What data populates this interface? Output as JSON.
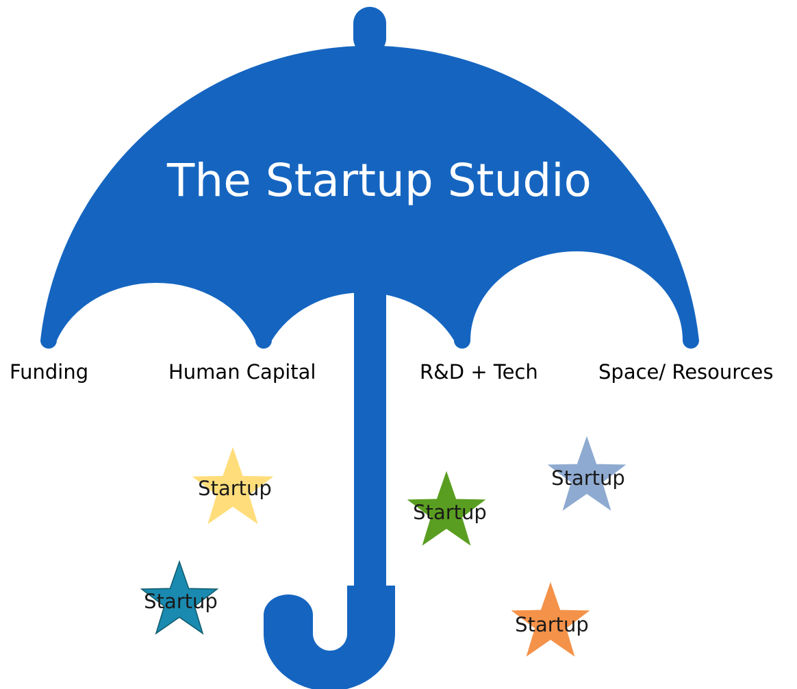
{
  "title": "The Startup Studio",
  "pillars": [
    {
      "label": "Funding"
    },
    {
      "label": "Human Capital"
    },
    {
      "label": "R&D + Tech"
    },
    {
      "label": "Space/ Resources"
    }
  ],
  "startups": [
    {
      "label": "Startup",
      "color": "#ffdd7a",
      "stroke": "#ffdd7a"
    },
    {
      "label": "Startup",
      "color": "#5a9e21",
      "stroke": "#5a9e21"
    },
    {
      "label": "Startup",
      "color": "#8eaad0",
      "stroke": "#8eaad0"
    },
    {
      "label": "Startup",
      "color": "#1a8ab0",
      "stroke": "#0f5a6b"
    },
    {
      "label": "Startup",
      "color": "#f4924a",
      "stroke": "#f4924a"
    }
  ],
  "colors": {
    "umbrella": "#1565c0"
  },
  "icons": {
    "umbrella": "umbrella-icon",
    "startup": "star-icon"
  }
}
